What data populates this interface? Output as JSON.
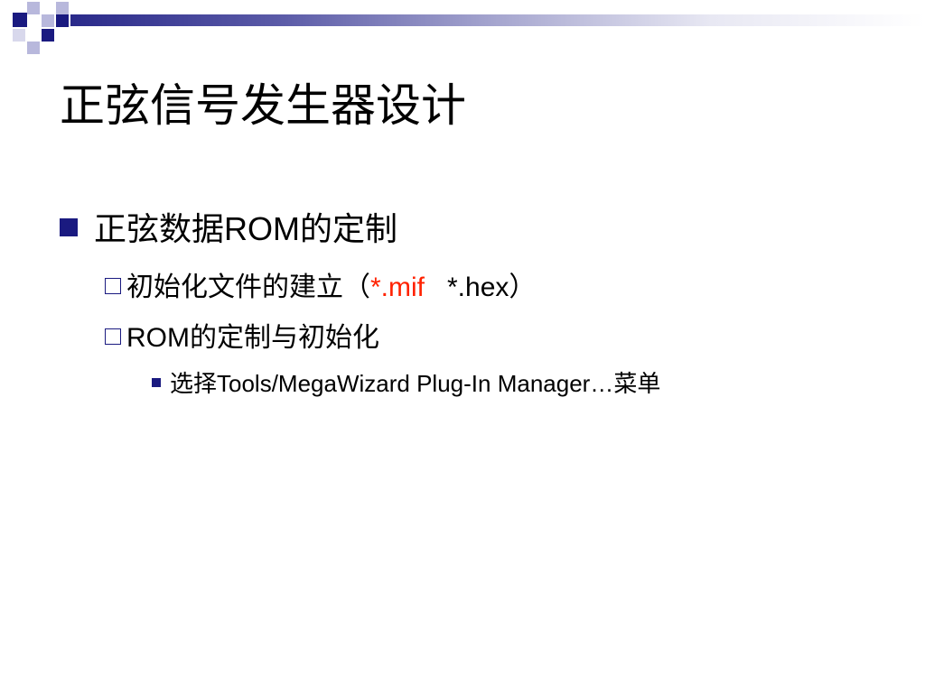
{
  "title": "正弦信号发生器设计",
  "colors": {
    "accent": "#1a1a80",
    "highlight": "#ff2200"
  },
  "bullets": {
    "level1": {
      "prefix": "正弦数据",
      "latin": "ROM",
      "suffix": "的定制"
    },
    "item2a": {
      "prefix": "初始化文件的建立（",
      "red": "*.mif",
      "normal": "   *.hex",
      "suffix": "）"
    },
    "item2b": {
      "latin": "ROM",
      "suffix": "的定制与初始化"
    },
    "item3": {
      "prefix": "选择",
      "latin": "Tools/MegaWizard Plug-In Manager…",
      "suffix": "菜单"
    }
  }
}
